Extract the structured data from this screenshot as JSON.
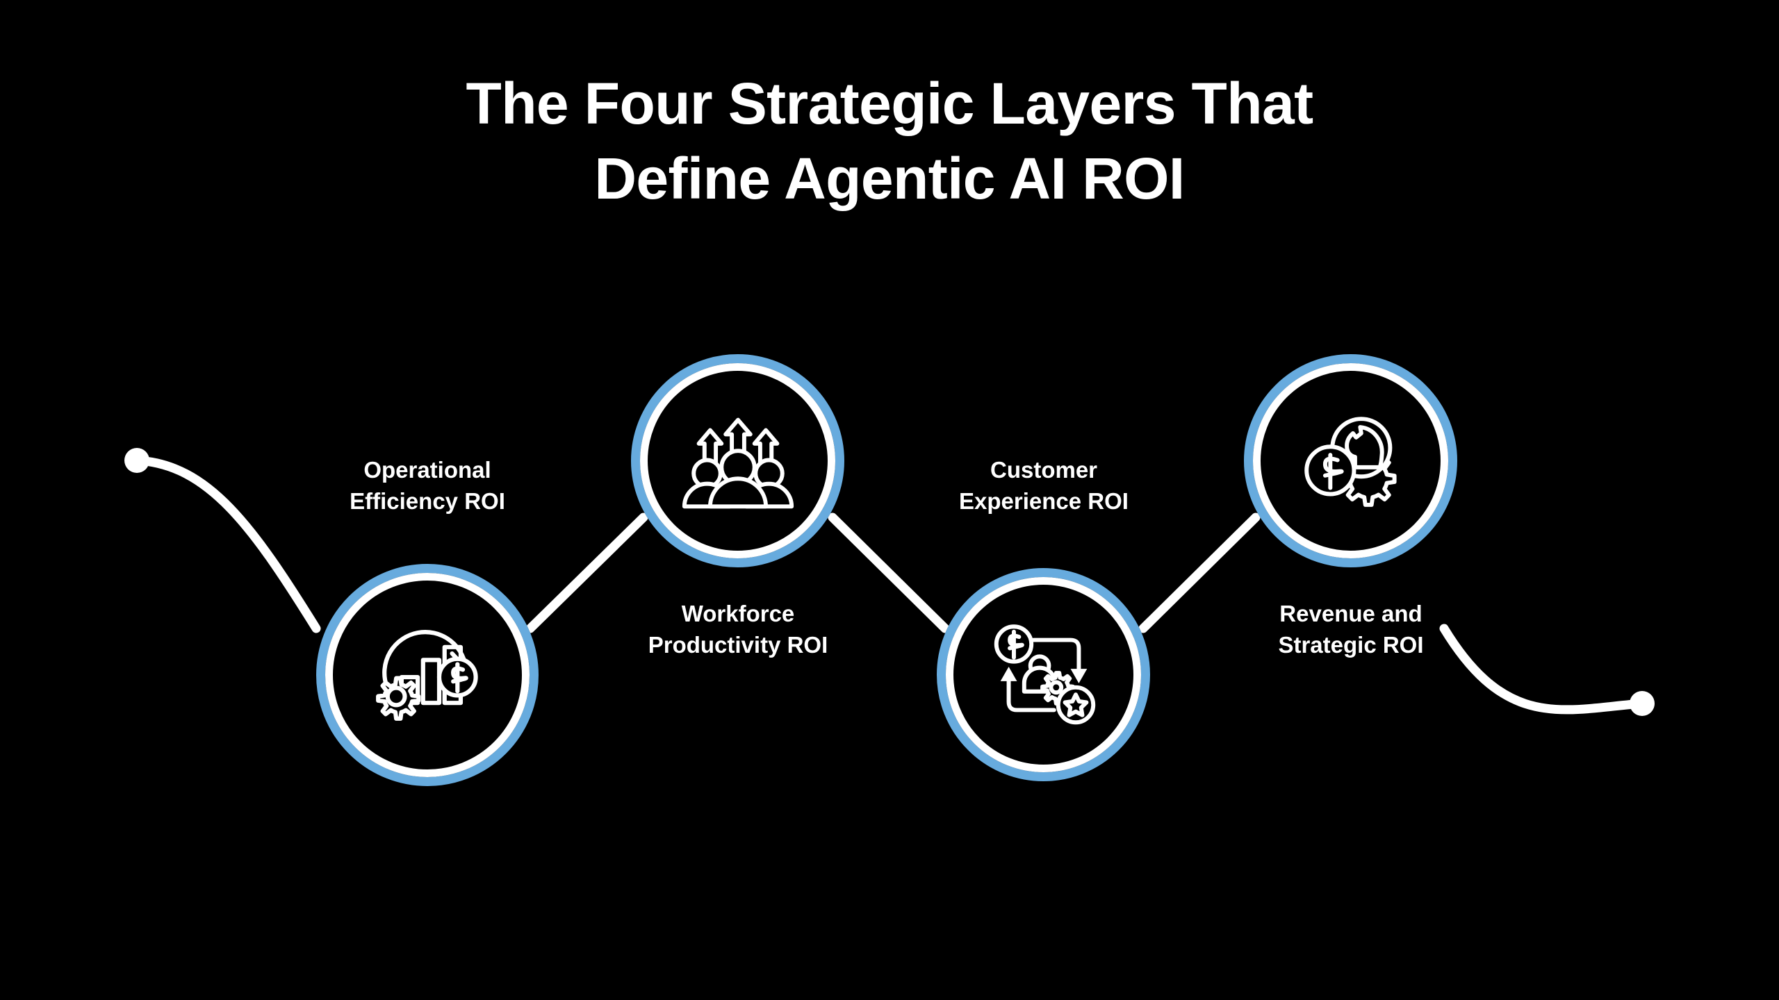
{
  "page": {
    "background_color": "#000000",
    "accent_color": "#67abde",
    "text_color": "#ffffff"
  },
  "title": {
    "line1": "The Four Strategic Layers That",
    "line2": "Define Agentic AI ROI"
  },
  "diagram": {
    "type": "wave-process-flow",
    "start_marker": "start-dot",
    "end_marker": "end-dot",
    "nodes": [
      {
        "id": "operational-efficiency",
        "index": 1,
        "icon_name": "cycle-bar-chart-gear-dollar-icon",
        "label_line1": "Operational",
        "label_line2": "Efficiency ROI",
        "position": "trough"
      },
      {
        "id": "workforce-productivity",
        "index": 2,
        "icon_name": "people-growth-arrows-icon",
        "label_line1": "Workforce",
        "label_line2": "Productivity ROI",
        "position": "crest"
      },
      {
        "id": "customer-experience",
        "index": 3,
        "icon_name": "dollar-person-gear-star-cycle-icon",
        "label_line1": "Customer",
        "label_line2": "Experience ROI",
        "position": "trough"
      },
      {
        "id": "revenue-strategic",
        "index": 4,
        "icon_name": "chess-knight-coin-gear-icon",
        "label_line1": "Revenue and",
        "label_line2": "Strategic ROI",
        "position": "crest"
      }
    ]
  }
}
